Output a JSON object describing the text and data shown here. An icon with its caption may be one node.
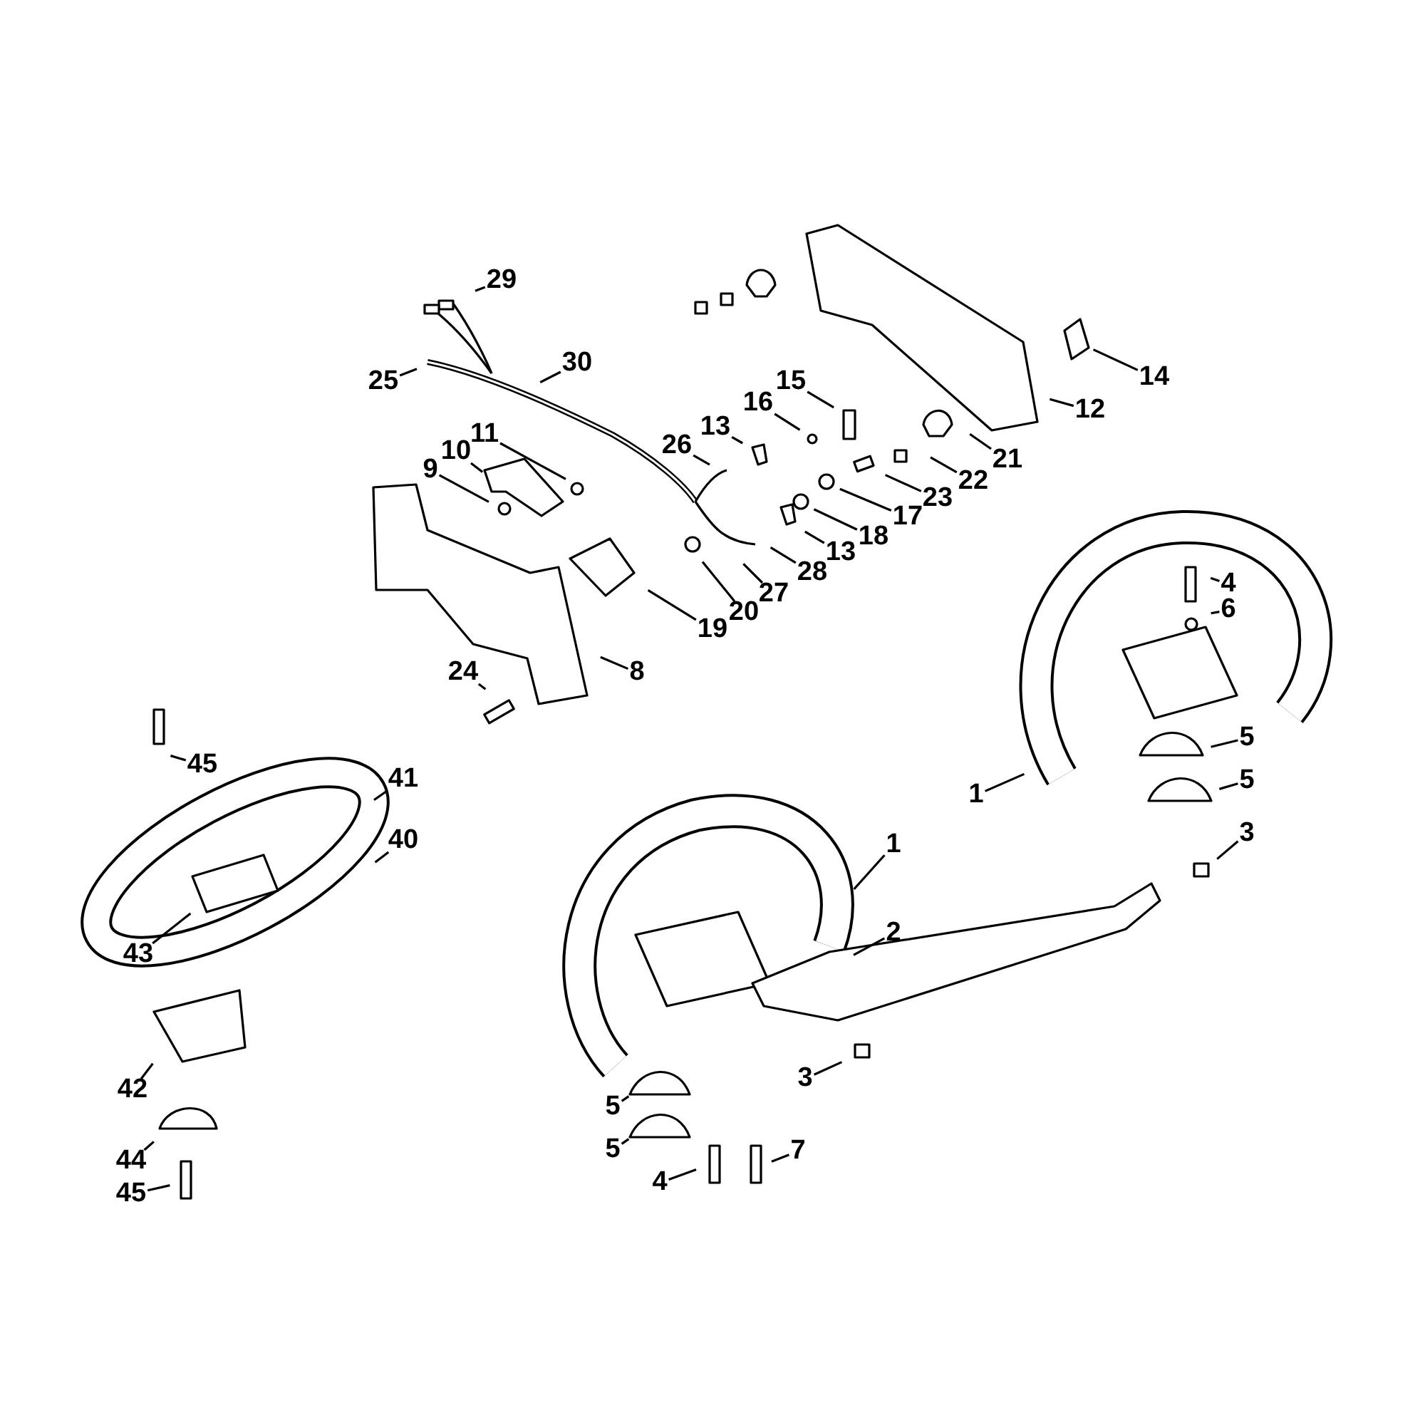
{
  "diagram": {
    "nodes": [
      {
        "text": [
          "29"
        ]
      },
      {
        "text": [
          "30"
        ]
      },
      {
        "text": [
          "14"
        ]
      },
      {
        "text": [
          "25"
        ]
      },
      {
        "text": [
          "15"
        ]
      },
      {
        "text": [
          "16"
        ]
      },
      {
        "text": [
          "12"
        ]
      },
      {
        "text": [
          "13"
        ]
      },
      {
        "text": [
          "11"
        ]
      },
      {
        "text": [
          "26"
        ]
      },
      {
        "text": [
          "10"
        ]
      },
      {
        "text": [
          "21"
        ]
      },
      {
        "text": [
          "9"
        ]
      },
      {
        "text": [
          "22"
        ]
      },
      {
        "text": [
          "23"
        ]
      },
      {
        "text": [
          "17"
        ]
      },
      {
        "text": [
          "18"
        ]
      },
      {
        "text": [
          "13"
        ]
      },
      {
        "text": [
          "28"
        ]
      },
      {
        "text": [
          "4"
        ]
      },
      {
        "text": [
          "27"
        ]
      },
      {
        "text": [
          "6"
        ]
      },
      {
        "text": [
          "20"
        ]
      },
      {
        "text": [
          "19"
        ]
      },
      {
        "text": [
          "8"
        ]
      },
      {
        "text": [
          "24"
        ]
      },
      {
        "text": [
          "5"
        ]
      },
      {
        "text": [
          "45"
        ]
      },
      {
        "text": [
          "41"
        ]
      },
      {
        "text": [
          "5"
        ]
      },
      {
        "text": [
          "1"
        ]
      },
      {
        "text": [
          "3"
        ]
      },
      {
        "text": [
          "40"
        ]
      },
      {
        "text": [
          "1"
        ]
      },
      {
        "text": [
          "2"
        ]
      },
      {
        "text": [
          "43"
        ]
      },
      {
        "text": [
          "3"
        ]
      },
      {
        "text": [
          "42"
        ]
      },
      {
        "text": [
          "5"
        ]
      },
      {
        "text": [
          "5"
        ]
      },
      {
        "text": [
          "7"
        ]
      },
      {
        "text": [
          "44"
        ]
      },
      {
        "text": [
          "4"
        ]
      },
      {
        "text": [
          "45"
        ]
      }
    ],
    "edges": [
      {
        "from": 0,
        "to": null,
        "arrow": "none"
      },
      {
        "from": 1,
        "to": null,
        "arrow": "none"
      },
      {
        "from": 2,
        "to": null,
        "arrow": "none"
      },
      {
        "from": 3,
        "to": null,
        "arrow": "none"
      },
      {
        "from": 4,
        "to": null,
        "arrow": "none"
      },
      {
        "from": 5,
        "to": null,
        "arrow": "none"
      },
      {
        "from": 6,
        "to": null,
        "arrow": "none"
      },
      {
        "from": 7,
        "to": null,
        "arrow": "none"
      },
      {
        "from": 8,
        "to": null,
        "arrow": "none"
      },
      {
        "from": 9,
        "to": null,
        "arrow": "none"
      },
      {
        "from": 10,
        "to": null,
        "arrow": "none"
      },
      {
        "from": 11,
        "to": null,
        "arrow": "none"
      },
      {
        "from": 12,
        "to": null,
        "arrow": "none"
      },
      {
        "from": 13,
        "to": null,
        "arrow": "none"
      },
      {
        "from": 14,
        "to": null,
        "arrow": "none"
      },
      {
        "from": 15,
        "to": null,
        "arrow": "none"
      },
      {
        "from": 16,
        "to": null,
        "arrow": "none"
      },
      {
        "from": 17,
        "to": null,
        "arrow": "none"
      },
      {
        "from": 18,
        "to": null,
        "arrow": "none"
      },
      {
        "from": 19,
        "to": null,
        "arrow": "none"
      },
      {
        "from": 20,
        "to": null,
        "arrow": "none"
      },
      {
        "from": 21,
        "to": null,
        "arrow": "none"
      },
      {
        "from": 22,
        "to": null,
        "arrow": "none"
      },
      {
        "from": 23,
        "to": null,
        "arrow": "none"
      },
      {
        "from": 24,
        "to": null,
        "arrow": "none"
      },
      {
        "from": 25,
        "to": null,
        "arrow": "none"
      },
      {
        "from": 26,
        "to": null,
        "arrow": "none"
      },
      {
        "from": 27,
        "to": null,
        "arrow": "none"
      },
      {
        "from": 28,
        "to": null,
        "arrow": "none"
      },
      {
        "from": 29,
        "to": null,
        "arrow": "none"
      },
      {
        "from": 30,
        "to": null,
        "arrow": "none"
      },
      {
        "from": 31,
        "to": null,
        "arrow": "none"
      },
      {
        "from": 32,
        "to": null,
        "arrow": "none"
      },
      {
        "from": 33,
        "to": null,
        "arrow": "none"
      },
      {
        "from": 34,
        "to": null,
        "arrow": "none"
      },
      {
        "from": 35,
        "to": null,
        "arrow": "none"
      },
      {
        "from": 36,
        "to": null,
        "arrow": "none"
      },
      {
        "from": 37,
        "to": null,
        "arrow": "none"
      },
      {
        "from": 38,
        "to": null,
        "arrow": "none"
      },
      {
        "from": 39,
        "to": null,
        "arrow": "none"
      },
      {
        "from": 40,
        "to": null,
        "arrow": "none"
      },
      {
        "from": 41,
        "to": null,
        "arrow": "none"
      },
      {
        "from": 42,
        "to": null,
        "arrow": "none"
      },
      {
        "from": 43,
        "to": null,
        "arrow": "none"
      }
    ]
  }
}
